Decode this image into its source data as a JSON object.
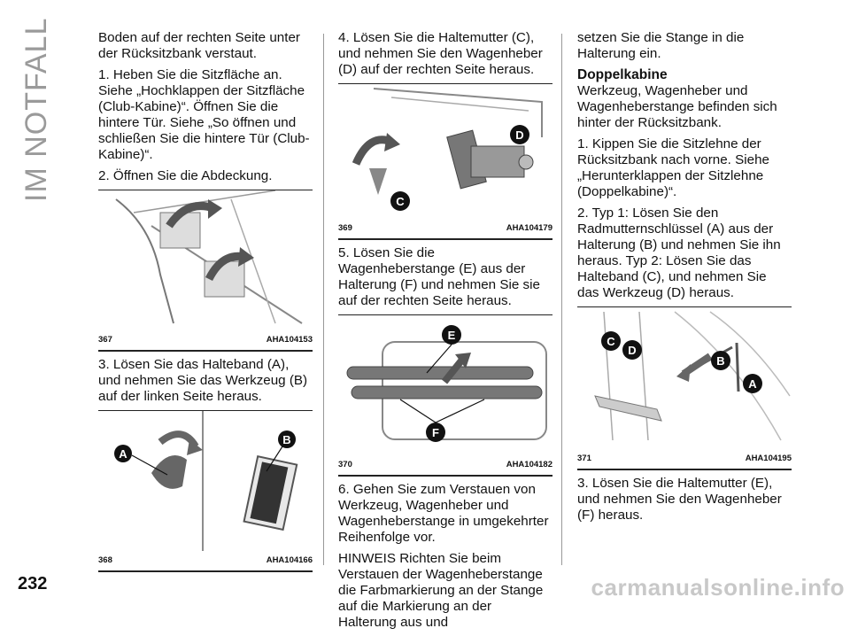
{
  "side_title": "IM NOTFALL",
  "page_number": "232",
  "watermark": "carmanualsonline.info",
  "col1": {
    "p1": "Boden auf der rechten Seite unter der Rücksitzbank verstaut.",
    "p2": "1. Heben Sie die Sitzfläche an. Siehe „Hochklappen der Sitzfläche (Club-Kabine)“. Öffnen Sie die hintere Tür. Siehe „So öffnen und schließen Sie die hintere Tür (Club-Kabine)“.",
    "p3": "2. Öffnen Sie die Abdeckung.",
    "fig1_num": "367",
    "fig1_code": "AHA104153",
    "p4": "3. Lösen Sie das Halteband (A), und nehmen Sie das Werkzeug (B) auf der linken Seite heraus.",
    "fig2_num": "368",
    "fig2_code": "AHA104166",
    "fig2_labels": [
      "A",
      "B"
    ]
  },
  "col2": {
    "p1": "4. Lösen Sie die Haltemutter (C), und nehmen Sie den Wagenheber (D) auf der rechten Seite heraus.",
    "fig1_num": "369",
    "fig1_code": "AHA104179",
    "fig1_labels": [
      "C",
      "D"
    ],
    "p2": "5. Lösen Sie die Wagenheberstange (E) aus der Halterung (F) und nehmen Sie sie auf der rechten Seite heraus.",
    "fig2_num": "370",
    "fig2_code": "AHA104182",
    "fig2_labels": [
      "E",
      "F"
    ],
    "p3": "6. Gehen Sie zum Verstauen von Werkzeug, Wagenheber und Wagenheberstange in umgekehrter Reihenfolge vor.",
    "p4": "HINWEIS Richten Sie beim Verstauen der Wagenheberstange die Farbmarkierung an der Stange auf die Markierung an der Halterung aus und"
  },
  "col3": {
    "p1": "setzen Sie die Stange in die Halterung ein.",
    "heading": "Doppelkabine",
    "p2": "Werkzeug, Wagenheber und Wagenheberstange befinden sich hinter der Rücksitzbank.",
    "p3": "1. Kippen Sie die Sitzlehne der Rücksitzbank nach vorne. Siehe „Herunterklappen der Sitzlehne (Doppelkabine)“.",
    "p4": "2. Typ 1: Lösen Sie den Radmutternschlüssel (A) aus der Halterung (B) und nehmen Sie ihn heraus. Typ 2: Lösen Sie das Halteband (C), und nehmen Sie das Werkzeug (D) heraus.",
    "fig1_num": "371",
    "fig1_code": "AHA104195",
    "fig1_labels": [
      "C",
      "D",
      "B",
      "A"
    ],
    "p5": "3. Lösen Sie die Haltemutter (E), und nehmen Sie den Wagenheber (F) heraus."
  }
}
